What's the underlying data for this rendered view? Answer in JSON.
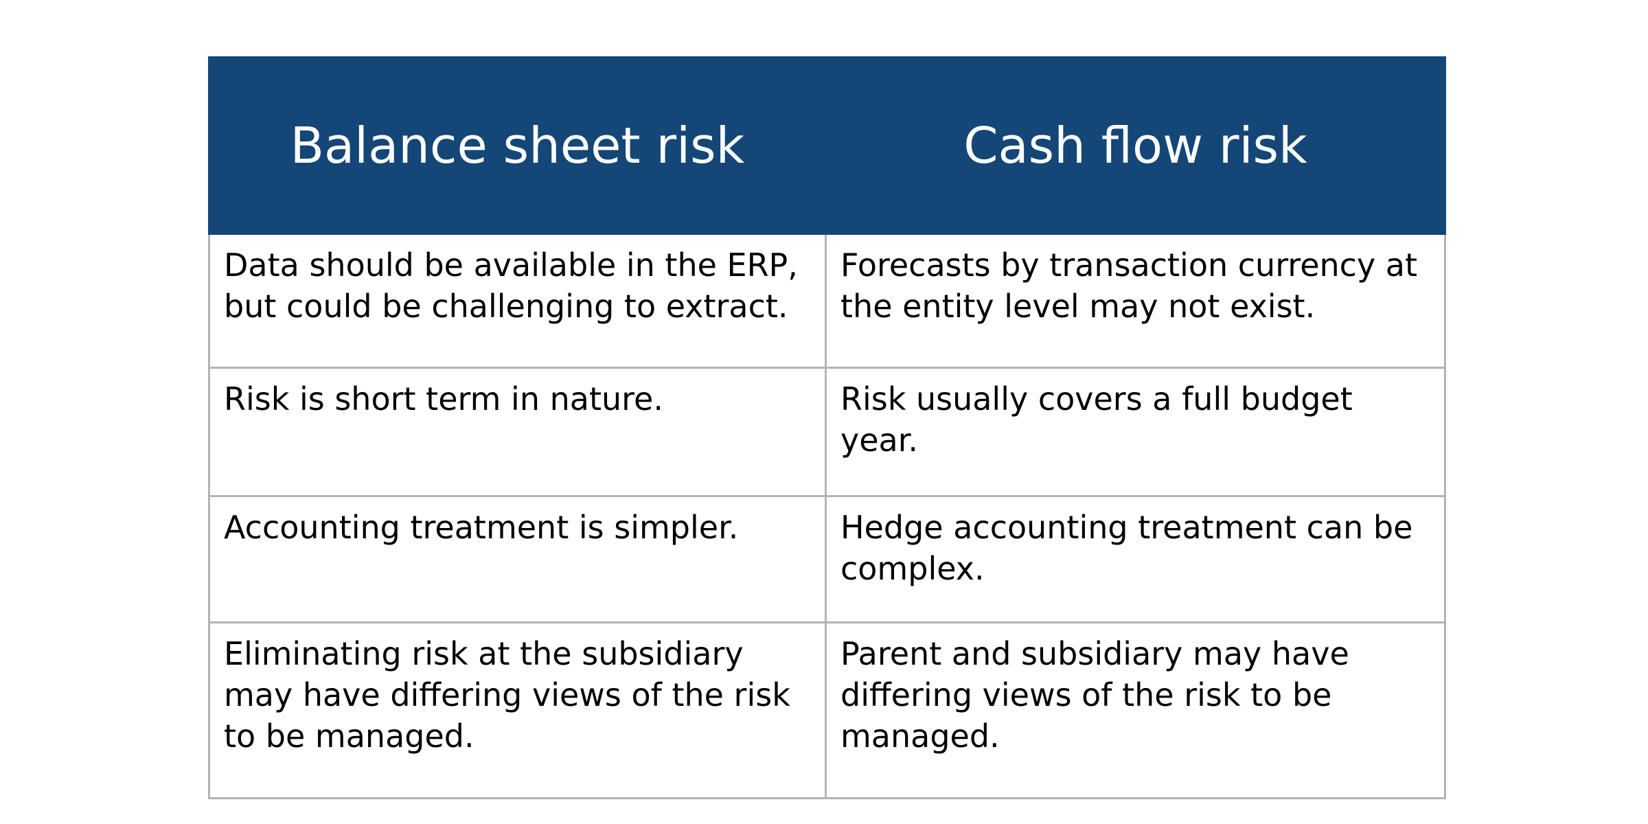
{
  "table": {
    "header_bg": "#144677",
    "border_color": "#b3b3b3",
    "headers": [
      "Balance sheet risk",
      "Cash flow risk"
    ],
    "rows": [
      [
        "Data should be available in the ERP, but could be challenging to extract.",
        "Forecasts by transaction currency at the entity level may not exist."
      ],
      [
        "Risk is short term in nature.",
        "Risk usually covers a full budget year."
      ],
      [
        "Accounting treatment is simpler.",
        "Hedge accounting treatment can be complex."
      ],
      [
        "Eliminating risk at the subsidiary may have differing views of the risk to be managed.",
        "Parent and subsidiary may have differing views of the risk to be managed."
      ]
    ]
  }
}
